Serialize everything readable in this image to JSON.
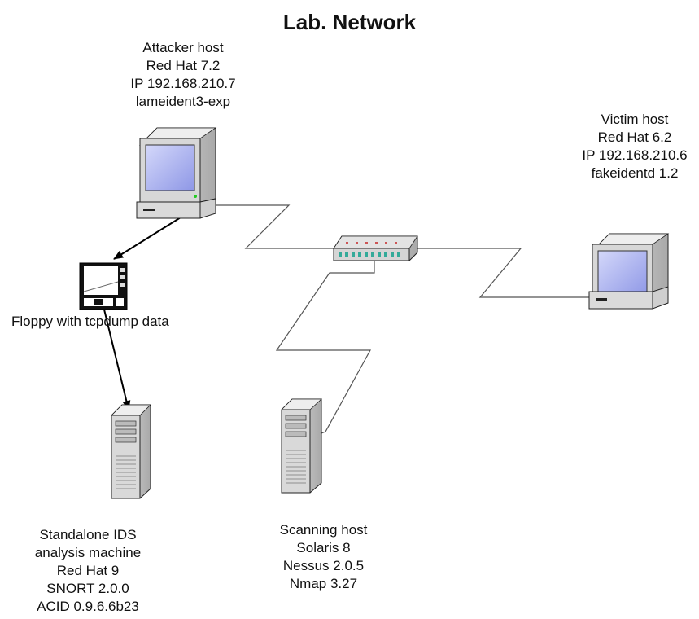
{
  "title": "Lab. Network",
  "attacker": {
    "lines": [
      "Attacker host",
      "Red Hat 7.2",
      "IP 192.168.210.7",
      "lameident3-exp"
    ]
  },
  "victim": {
    "lines": [
      "Victim host",
      "Red Hat 6.2",
      "IP 192.168.210.6",
      "fakeidentd 1.2"
    ]
  },
  "floppy": {
    "label": "Floppy with tcpdump data"
  },
  "ids": {
    "lines": [
      "Standalone IDS",
      "analysis machine",
      "Red Hat 9",
      "SNORT 2.0.0",
      "ACID 0.9.6.6b23"
    ]
  },
  "scanner": {
    "lines": [
      "Scanning host",
      "Solaris 8",
      "Nessus 2.0.5",
      "Nmap 3.27"
    ]
  },
  "icons": {
    "attacker": "desktop-computer-icon",
    "victim": "desktop-computer-icon",
    "switch": "network-hub-icon",
    "floppy": "floppy-disk-icon",
    "ids": "tower-server-icon",
    "scanner": "tower-server-icon"
  },
  "colors": {
    "screen": "#b8bff0",
    "case": "#cfcfcf",
    "outline": "#222222",
    "link": "#555555"
  }
}
